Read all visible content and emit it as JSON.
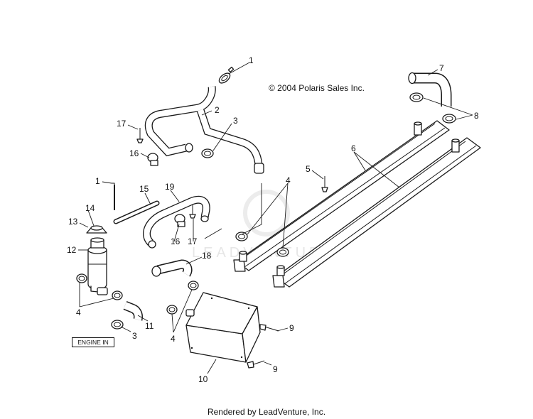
{
  "copyright": "© 2004 Polaris Sales Inc.",
  "watermark": "LEADVENTURE",
  "footer": "Rendered by LeadVenture, Inc.",
  "engine_label": "ENGINE IN",
  "callouts": {
    "c1a": "1",
    "c2": "2",
    "c3a": "3",
    "c17a": "17",
    "c16a": "16",
    "c7": "7",
    "c8": "8",
    "c6": "6",
    "c5": "5",
    "c4a": "4",
    "c1b": "1",
    "c15": "15",
    "c19": "19",
    "c14": "14",
    "c13": "13",
    "c12": "12",
    "c16b": "16",
    "c17b": "17",
    "c18": "18",
    "c4b": "4",
    "c11": "11",
    "c3b": "3",
    "c4c": "4",
    "c9a": "9",
    "c9b": "9",
    "c10": "10"
  }
}
